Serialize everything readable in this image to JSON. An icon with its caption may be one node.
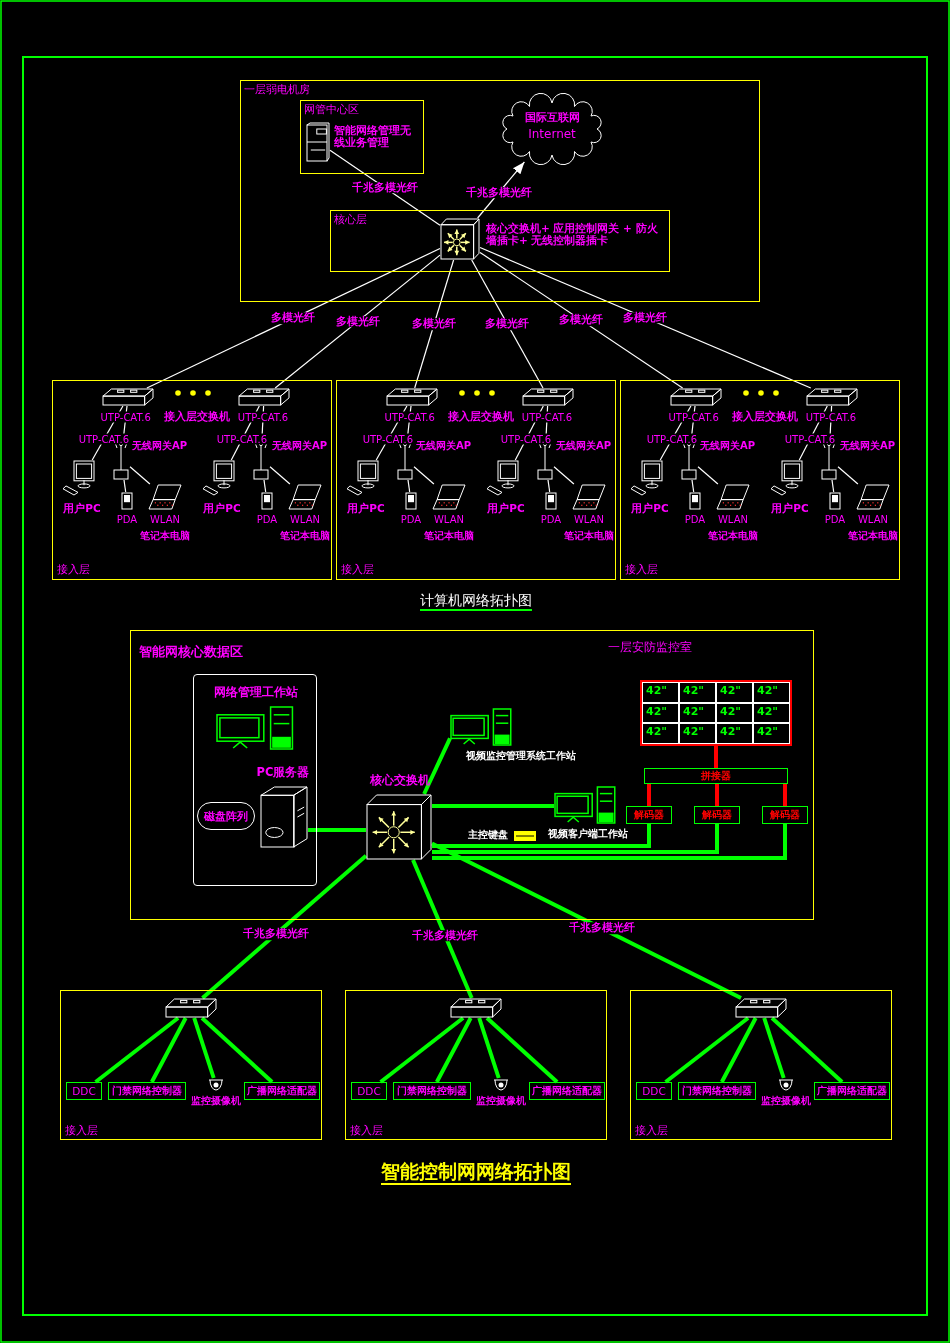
{
  "diagram": {
    "nodes": [
      {
        "text": [
          "一层弱电机房"
        ]
      },
      {
        "text": [
          "网管中心区"
        ],
        "in": 0
      },
      {
        "text": [
          "智能网络管理无线业务管理"
        ],
        "in": 1
      },
      {
        "text": [
          "国际互联网",
          "Internet"
        ],
        "in": 0
      },
      {
        "text": [
          "核心层"
        ],
        "in": 0
      },
      {
        "text": [
          "核心交换机+ 应用控制网关 + 防火墙插卡+ 无线控制器插卡"
        ],
        "in": 4
      },
      {
        "text": [
          "接入层"
        ]
      },
      {
        "text": [],
        "shape": "picture",
        "in": 6
      },
      {
        "text": [
          "接入层交换机"
        ],
        "in": 6
      },
      {
        "text": [
          "用户PC"
        ],
        "in": 6
      },
      {
        "text": [
          "无线网关AP"
        ],
        "in": 6
      },
      {
        "text": [
          "PDA"
        ],
        "in": 6
      },
      {
        "text": [
          "WLAN",
          "笔记本电脑"
        ],
        "in": 6
      },
      {
        "text": [
          "用户PC"
        ],
        "in": 6
      },
      {
        "text": [
          "无线网关AP"
        ],
        "in": 6
      },
      {
        "text": [
          "PDA"
        ],
        "in": 6
      },
      {
        "text": [
          "WLAN",
          "笔记本电脑"
        ],
        "in": 6
      },
      {
        "text": [
          "接入层"
        ]
      },
      {
        "text": [],
        "shape": "picture",
        "in": 17
      },
      {
        "text": [
          "接入层交换机"
        ],
        "in": 17
      },
      {
        "text": [
          "用户PC"
        ],
        "in": 17
      },
      {
        "text": [
          "无线网关AP"
        ],
        "in": 17
      },
      {
        "text": [
          "PDA"
        ],
        "in": 17
      },
      {
        "text": [
          "WLAN",
          "笔记本电脑"
        ],
        "in": 17
      },
      {
        "text": [
          "用户PC"
        ],
        "in": 17
      },
      {
        "text": [
          "无线网关AP"
        ],
        "in": 17
      },
      {
        "text": [
          "PDA"
        ],
        "in": 17
      },
      {
        "text": [
          "WLAN",
          "笔记本电脑"
        ],
        "in": 17
      },
      {
        "text": [
          "接入层"
        ]
      },
      {
        "text": [],
        "shape": "picture",
        "in": 28
      },
      {
        "text": [
          "接入层交换机"
        ],
        "in": 28
      },
      {
        "text": [
          "用户PC"
        ],
        "in": 28
      },
      {
        "text": [
          "无线网关AP"
        ],
        "in": 28
      },
      {
        "text": [
          "PDA"
        ],
        "in": 28
      },
      {
        "text": [
          "WLAN",
          "笔记本电脑"
        ],
        "in": 28
      },
      {
        "text": [
          "用户PC"
        ],
        "in": 28
      },
      {
        "text": [
          "无线网关AP"
        ],
        "in": 28
      },
      {
        "text": [
          "PDA"
        ],
        "in": 28
      },
      {
        "text": [
          "WLAN",
          "笔记本电脑"
        ],
        "in": 28
      },
      {
        "text": [
          "智能网核心数据区"
        ]
      },
      {
        "text": [],
        "shape": "box",
        "in": 39
      },
      {
        "text": [
          "网络管理工作站"
        ],
        "in": 40
      },
      {
        "text": [
          "PC服务器"
        ],
        "in": 40
      },
      {
        "text": [
          "磁盘阵列"
        ],
        "in": 40
      },
      {
        "text": [
          "核心交换机"
        ],
        "in": 39
      },
      {
        "text": [
          "视频监控管理系统工作站"
        ],
        "in": 39
      },
      {
        "text": [
          "视频客户端工作站"
        ],
        "in": 39
      },
      {
        "text": [
          "主控键盘"
        ],
        "in": 39
      },
      {
        "text": [
          "42\"",
          "42\"",
          "42\"",
          "42\"",
          "42\"",
          "42\"",
          "42\"",
          "42\"",
          "42\"",
          "42\"",
          "42\"",
          "42\""
        ],
        "in": 39
      },
      {
        "text": [
          "拼接器"
        ],
        "in": 39
      },
      {
        "text": [
          "解码器"
        ],
        "in": 39
      },
      {
        "text": [
          "解码器"
        ],
        "in": 39
      },
      {
        "text": [
          "解码器"
        ],
        "in": 39
      },
      {
        "text": [
          "接入层"
        ]
      },
      {
        "text": [],
        "shape": "picture",
        "in": 53
      },
      {
        "text": [
          "DDC"
        ],
        "in": 53
      },
      {
        "text": [
          "门禁网络控制器"
        ],
        "in": 53
      },
      {
        "text": [
          "监控摄像机"
        ],
        "in": 53
      },
      {
        "text": [
          "广播网络适配器"
        ],
        "in": 53
      },
      {
        "text": [
          "接入层"
        ]
      },
      {
        "text": [],
        "shape": "picture",
        "in": 59
      },
      {
        "text": [
          "DDC"
        ],
        "in": 59
      },
      {
        "text": [
          "门禁网络控制器"
        ],
        "in": 59
      },
      {
        "text": [
          "监控摄像机"
        ],
        "in": 59
      },
      {
        "text": [
          "广播网络适配器"
        ],
        "in": 59
      },
      {
        "text": [
          "接入层"
        ]
      },
      {
        "text": [],
        "shape": "picture",
        "in": 65
      },
      {
        "text": [
          "DDC"
        ],
        "in": 65
      },
      {
        "text": [
          "门禁网络控制器"
        ],
        "in": 65
      },
      {
        "text": [
          "监控摄像机"
        ],
        "in": 65
      },
      {
        "text": [
          "广播网络适配器"
        ],
        "in": 65
      }
    ],
    "edges": [
      {
        "from": 2,
        "to": 5,
        "arrow": "none",
        "label": "千兆多模光纤"
      },
      {
        "from": 5,
        "to": 3,
        "arrow": "to",
        "label": "千兆多模光纤"
      },
      {
        "from": 5,
        "to": 7,
        "arrow": "none",
        "label": "多模光纤"
      },
      {
        "from": 5,
        "to": 8,
        "arrow": "none",
        "label": "多模光纤"
      },
      {
        "from": 5,
        "to": 18,
        "arrow": "none",
        "label": "多模光纤"
      },
      {
        "from": 5,
        "to": 19,
        "arrow": "none",
        "label": "多模光纤"
      },
      {
        "from": 5,
        "to": 29,
        "arrow": "none",
        "label": "多模光纤"
      },
      {
        "from": 5,
        "to": 30,
        "arrow": "none",
        "label": "多模光纤"
      },
      {
        "from": 7,
        "to": 9,
        "arrow": "none",
        "label": "UTP-CAT.6"
      },
      {
        "from": 7,
        "to": 10,
        "arrow": "none",
        "label": "UTP-CAT.6"
      },
      {
        "from": 10,
        "to": 11,
        "arrow": "none"
      },
      {
        "from": 10,
        "to": 12,
        "arrow": "none"
      },
      {
        "from": 8,
        "to": 13,
        "arrow": "none",
        "label": "UTP-CAT.6"
      },
      {
        "from": 8,
        "to": 14,
        "arrow": "none",
        "label": "UTP-CAT.6"
      },
      {
        "from": 14,
        "to": 15,
        "arrow": "none"
      },
      {
        "from": 14,
        "to": 16,
        "arrow": "none"
      },
      {
        "from": 18,
        "to": 20,
        "arrow": "none",
        "label": "UTP-CAT.6"
      },
      {
        "from": 18,
        "to": 21,
        "arrow": "none",
        "label": "UTP-CAT.6"
      },
      {
        "from": 21,
        "to": 22,
        "arrow": "none"
      },
      {
        "from": 21,
        "to": 23,
        "arrow": "none"
      },
      {
        "from": 19,
        "to": 24,
        "arrow": "none",
        "label": "UTP-CAT.6"
      },
      {
        "from": 19,
        "to": 25,
        "arrow": "none",
        "label": "UTP-CAT.6"
      },
      {
        "from": 25,
        "to": 26,
        "arrow": "none"
      },
      {
        "from": 25,
        "to": 27,
        "arrow": "none"
      },
      {
        "from": 29,
        "to": 31,
        "arrow": "none",
        "label": "UTP-CAT.6"
      },
      {
        "from": 29,
        "to": 32,
        "arrow": "none",
        "label": "UTP-CAT.6"
      },
      {
        "from": 32,
        "to": 33,
        "arrow": "none"
      },
      {
        "from": 32,
        "to": 34,
        "arrow": "none"
      },
      {
        "from": 30,
        "to": 35,
        "arrow": "none",
        "label": "UTP-CAT.6"
      },
      {
        "from": 30,
        "to": 36,
        "arrow": "none",
        "label": "UTP-CAT.6"
      },
      {
        "from": 36,
        "to": 37,
        "arrow": "none"
      },
      {
        "from": 36,
        "to": 38,
        "arrow": "none"
      },
      {
        "from": 42,
        "to": 44,
        "arrow": "none",
        "style": "thick",
        "color": "#00ff00"
      },
      {
        "from": 44,
        "to": 45,
        "arrow": "none",
        "style": "thick",
        "color": "#00ff00"
      },
      {
        "from": 44,
        "to": 46,
        "arrow": "none",
        "style": "thick",
        "color": "#00ff00"
      },
      {
        "from": 44,
        "to": 50,
        "arrow": "none",
        "style": "thick",
        "color": "#00ff00"
      },
      {
        "from": 44,
        "to": 51,
        "arrow": "none",
        "style": "thick",
        "color": "#00ff00"
      },
      {
        "from": 44,
        "to": 52,
        "arrow": "none",
        "style": "thick",
        "color": "#00ff00"
      },
      {
        "from": 48,
        "to": 49,
        "arrow": "none",
        "style": "thick",
        "color": "#ff0000"
      },
      {
        "from": 49,
        "to": 50,
        "arrow": "none",
        "style": "thick",
        "color": "#ff0000"
      },
      {
        "from": 49,
        "to": 51,
        "arrow": "none",
        "style": "thick",
        "color": "#ff0000"
      },
      {
        "from": 49,
        "to": 52,
        "arrow": "none",
        "style": "thick",
        "color": "#ff0000"
      },
      {
        "from": 44,
        "to": 54,
        "arrow": "none",
        "style": "thick",
        "color": "#00ff00",
        "label": "千兆多模光纤"
      },
      {
        "from": 44,
        "to": 60,
        "arrow": "none",
        "style": "thick",
        "color": "#00ff00",
        "label": "千兆多模光纤"
      },
      {
        "from": 44,
        "to": 66,
        "arrow": "none",
        "style": "thick",
        "color": "#00ff00",
        "label": "千兆多模光纤"
      },
      {
        "from": 54,
        "to": 55,
        "arrow": "none",
        "style": "thick",
        "color": "#00ff00"
      },
      {
        "from": 54,
        "to": 56,
        "arrow": "none",
        "style": "thick",
        "color": "#00ff00"
      },
      {
        "from": 54,
        "to": 57,
        "arrow": "none",
        "style": "thick",
        "color": "#00ff00"
      },
      {
        "from": 54,
        "to": 58,
        "arrow": "none",
        "style": "thick",
        "color": "#00ff00"
      },
      {
        "from": 60,
        "to": 61,
        "arrow": "none",
        "style": "thick",
        "color": "#00ff00"
      },
      {
        "from": 60,
        "to": 62,
        "arrow": "none",
        "style": "thick",
        "color": "#00ff00"
      },
      {
        "from": 60,
        "to": 63,
        "arrow": "none",
        "style": "thick",
        "color": "#00ff00"
      },
      {
        "from": 60,
        "to": 64,
        "arrow": "none",
        "style": "thick",
        "color": "#00ff00"
      },
      {
        "from": 66,
        "to": 67,
        "arrow": "none",
        "style": "thick",
        "color": "#00ff00"
      },
      {
        "from": 66,
        "to": 68,
        "arrow": "none",
        "style": "thick",
        "color": "#00ff00"
      },
      {
        "from": 66,
        "to": 69,
        "arrow": "none",
        "style": "thick",
        "color": "#00ff00"
      },
      {
        "from": 66,
        "to": 70,
        "arrow": "none",
        "style": "thick",
        "color": "#00ff00"
      }
    ],
    "labels": [
      "计算机网络拓扑图",
      "一层安防监控室",
      "智能控制网网络拓扑图"
    ]
  }
}
